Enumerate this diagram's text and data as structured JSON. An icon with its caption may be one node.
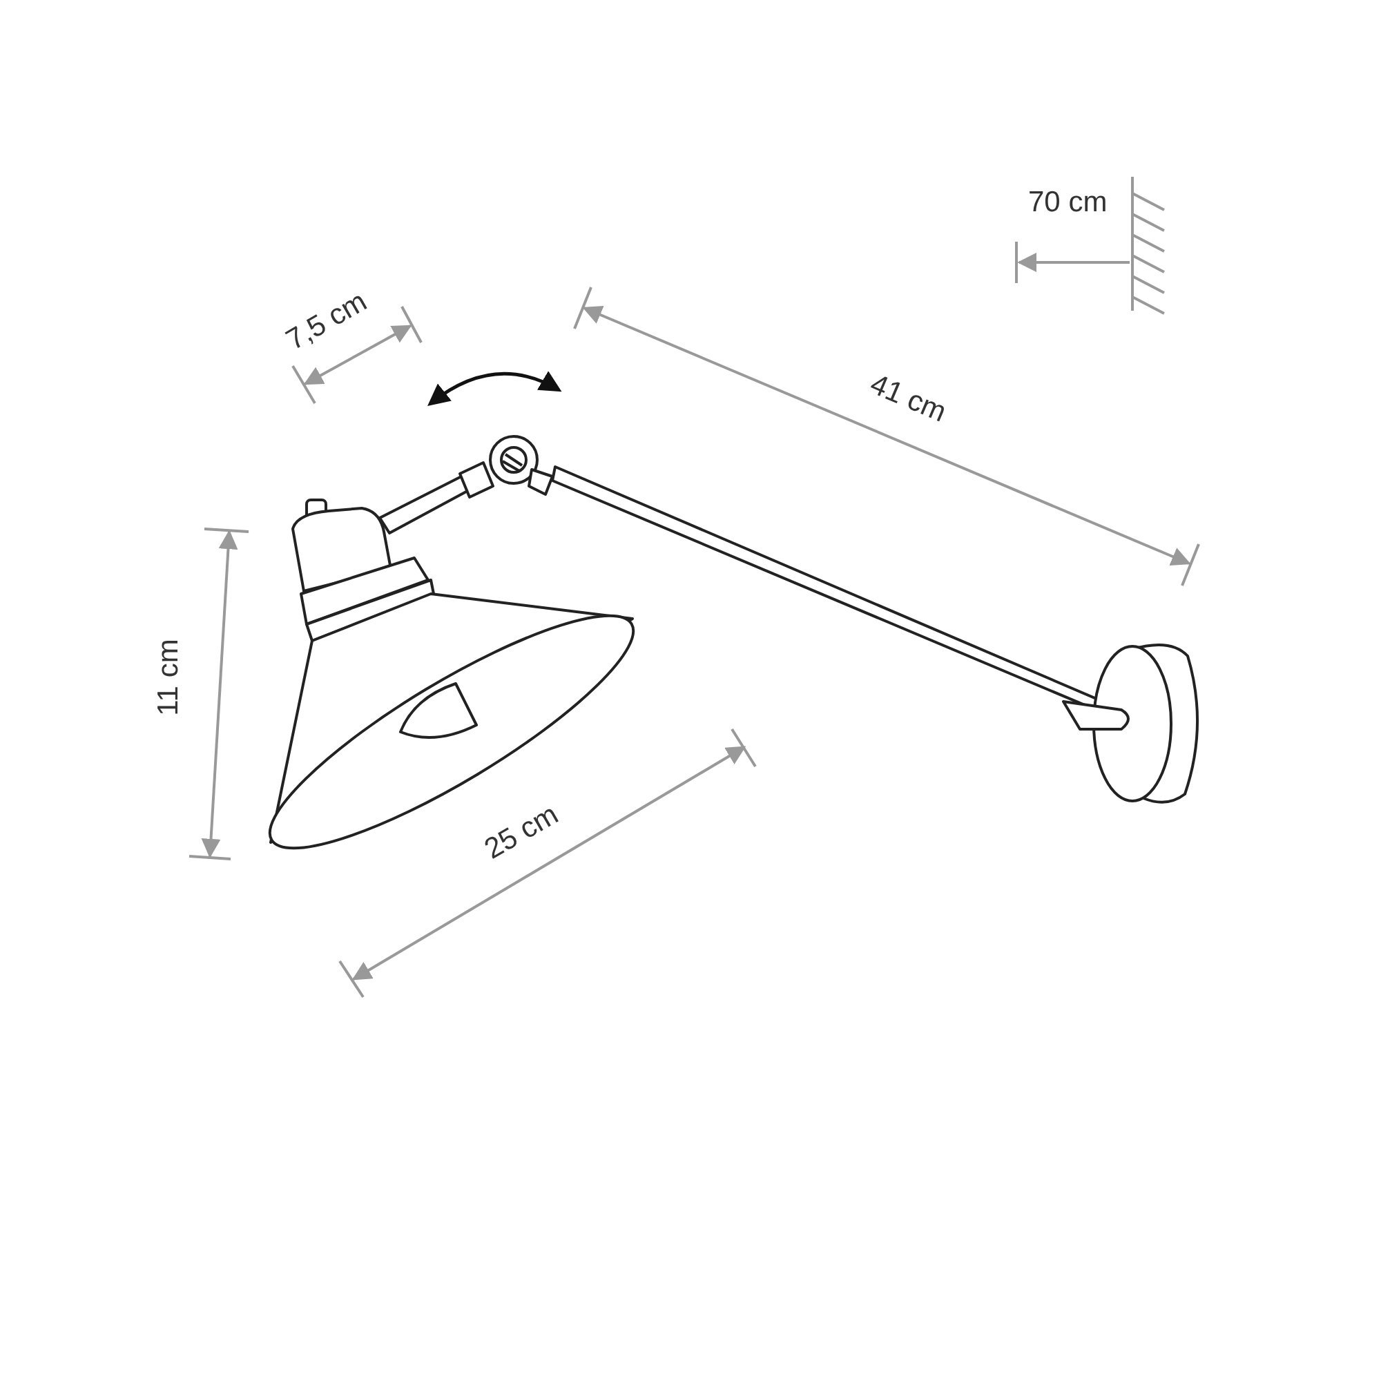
{
  "diagram": {
    "labels": [
      "70 cm",
      "7,5 cm",
      "41 cm",
      "11 cm",
      "25 cm"
    ]
  }
}
